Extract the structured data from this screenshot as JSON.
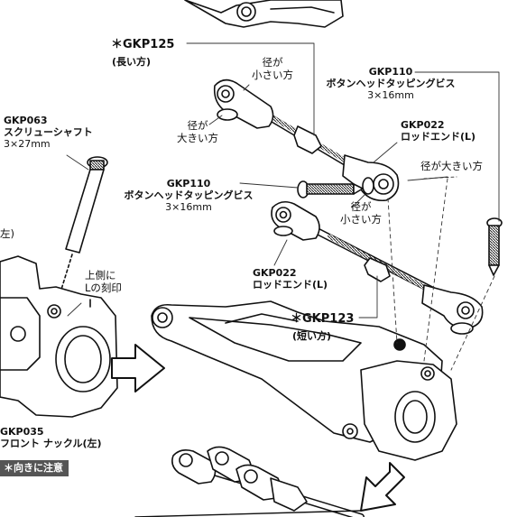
{
  "labels": {
    "gkp125_code": "＊GKP125",
    "gkp125_desc": "(長い方)",
    "small_dia_top_1": "径が",
    "small_dia_top_2": "小さい方",
    "large_dia_left_1": "径が",
    "large_dia_left_2": "大きい方",
    "gkp110_top_code": "GKP110",
    "gkp110_top_name": "ボタンヘッドタッピングビス",
    "gkp110_top_size": "3×16mm",
    "gkp022_top_code": "GKP022",
    "gkp022_top_name": "ロッドエンド(L)",
    "large_dia_right": "径が大きい方",
    "gkp063_code": "GKP063",
    "gkp063_name": "スクリューシャフト",
    "gkp063_size": "3×27mm",
    "gkp110_mid_code": "GKP110",
    "gkp110_mid_name": "ボタンヘッドタッピングビス",
    "gkp110_mid_size": "3×16mm",
    "small_dia_mid_1": "径が",
    "small_dia_mid_2": "小さい方",
    "left_edge_text": "左)",
    "upper_side_1": "上側に",
    "upper_side_2": "Lの刻印",
    "gkp022_bottom_code": "GKP022",
    "gkp022_bottom_name": "ロッドエンド(L)",
    "gkp123_code": "＊GKP123",
    "gkp123_desc": "(短い方)",
    "gkp035_code": "GKP035",
    "gkp035_name": "フロント ナックル(左)",
    "caution_note": "＊向きに注意"
  }
}
